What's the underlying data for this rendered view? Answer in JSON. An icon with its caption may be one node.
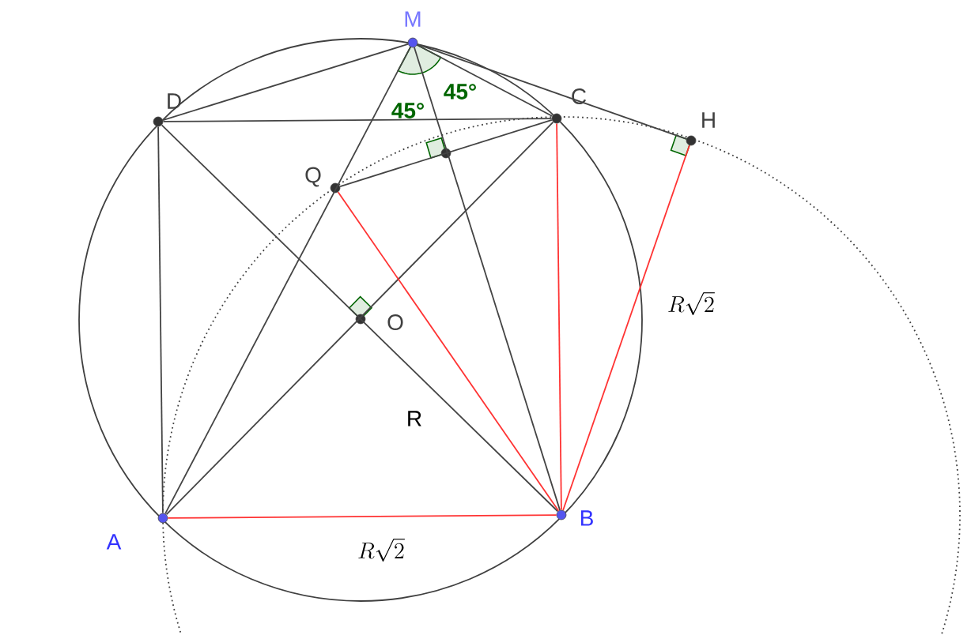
{
  "diagram": {
    "nodes": [
      {
        "text": [
          "M"
        ]
      },
      {
        "text": [
          "D"
        ]
      },
      {
        "text": [
          "C"
        ]
      },
      {
        "text": [
          "H"
        ]
      },
      {
        "text": [
          "Q"
        ]
      },
      {
        "text": [],
        "shape": "circle"
      },
      {
        "text": [
          "O"
        ]
      },
      {
        "text": [
          "A"
        ]
      },
      {
        "text": [
          "B"
        ]
      }
    ],
    "edges": [
      {
        "from": 0,
        "to": 1,
        "arrow": "none"
      },
      {
        "from": 0,
        "to": 2,
        "arrow": "none"
      },
      {
        "from": 0,
        "to": 3,
        "arrow": "none"
      },
      {
        "from": 1,
        "to": 2,
        "arrow": "none"
      },
      {
        "from": 1,
        "to": 7,
        "arrow": "none"
      },
      {
        "from": 1,
        "to": 8,
        "arrow": "none"
      },
      {
        "from": 7,
        "to": 2,
        "arrow": "none"
      },
      {
        "from": 7,
        "to": 0,
        "arrow": "none"
      },
      {
        "from": 0,
        "to": 8,
        "arrow": "none"
      },
      {
        "from": 4,
        "to": 2,
        "arrow": "none"
      },
      {
        "from": 4,
        "to": 8,
        "arrow": "none",
        "color": "#ff3333"
      },
      {
        "from": 2,
        "to": 8,
        "arrow": "none",
        "color": "#ff3333"
      },
      {
        "from": 3,
        "to": 8,
        "arrow": "none",
        "color": "#ff3333",
        "label": "R\\sqrt{2}"
      },
      {
        "from": 7,
        "to": 8,
        "arrow": "none",
        "color": "#ff3333",
        "label": "R\\sqrt{2}"
      }
    ],
    "labels": [
      "45°",
      "45°",
      "R"
    ]
  }
}
